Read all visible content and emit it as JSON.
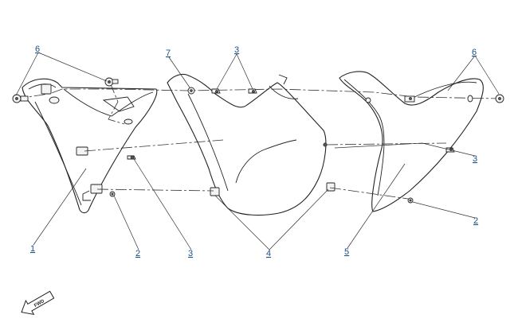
{
  "callouts": [
    {
      "id": "c6a",
      "text": "6"
    },
    {
      "id": "c7",
      "text": "7"
    },
    {
      "id": "c3a",
      "text": "3"
    },
    {
      "id": "c6b",
      "text": "6"
    },
    {
      "id": "c3b",
      "text": "3"
    },
    {
      "id": "c2a",
      "text": "2"
    },
    {
      "id": "c1",
      "text": "1"
    },
    {
      "id": "c2b",
      "text": "2"
    },
    {
      "id": "c3c",
      "text": "3"
    },
    {
      "id": "c4",
      "text": "4"
    },
    {
      "id": "c5",
      "text": "5"
    }
  ],
  "fwd_badge": {
    "text": "FWD"
  }
}
